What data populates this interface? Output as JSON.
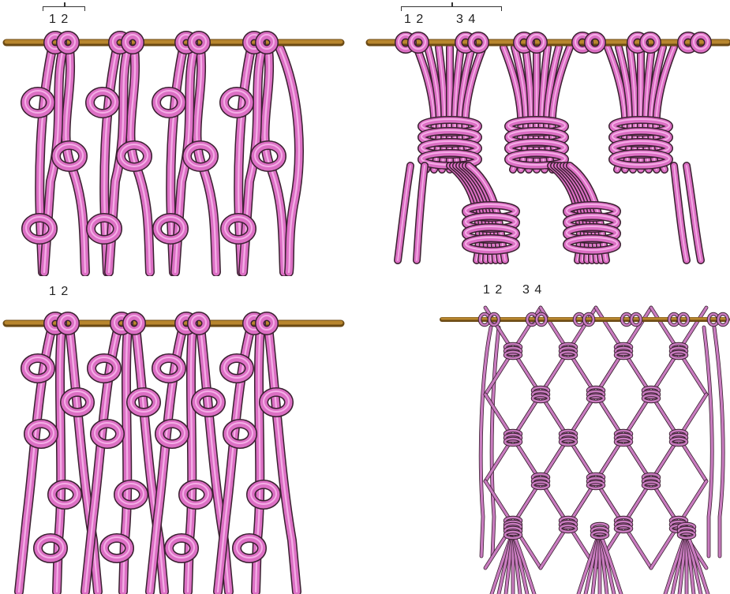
{
  "colors": {
    "cord": "#dc6fc4",
    "cord_light": "#f4aee6",
    "cord_outline": "#3a2030",
    "rod": "#b8862e",
    "rod_dark": "#6b4a14",
    "cord_thin": "#c97cc0",
    "background": "#ffffff"
  },
  "panels": [
    {
      "id": "top-left",
      "label": "1 2"
    },
    {
      "id": "top-right",
      "label_a": "1 2",
      "label_b": "3 4"
    },
    {
      "id": "bottom-left",
      "label": "1 2"
    },
    {
      "id": "bottom-right",
      "label_a": "1 2",
      "label_b": "3 4"
    }
  ]
}
